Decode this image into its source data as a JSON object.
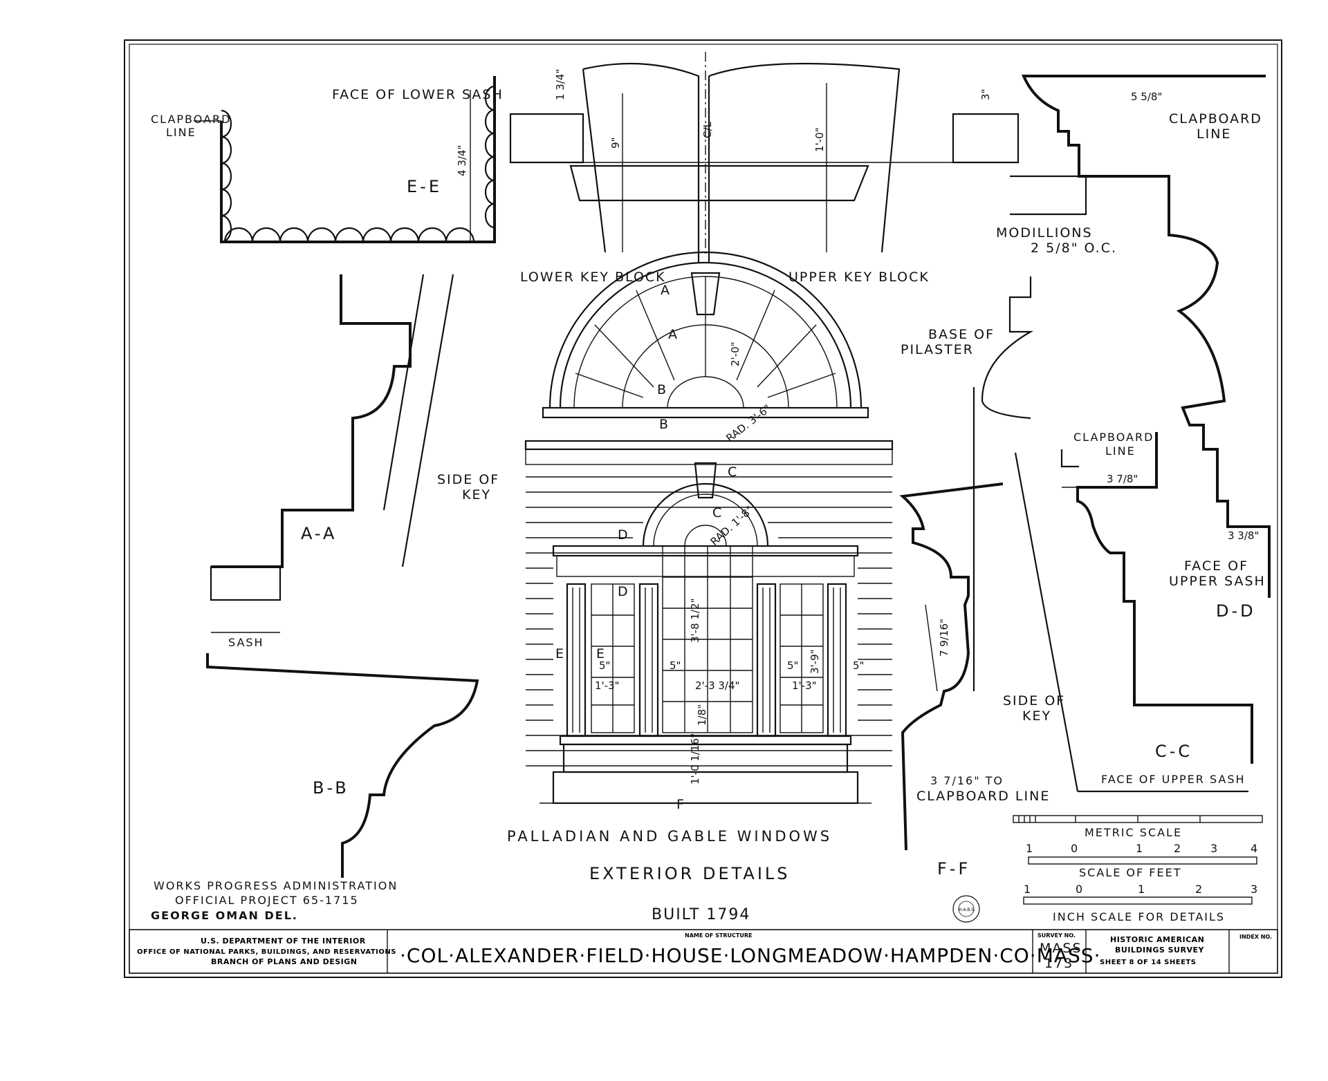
{
  "details": {
    "ee": {
      "section": "E-E",
      "face_label": "FACE OF LOWER SASH",
      "clapboard_1": "CLAPBOARD",
      "clapboard_2": "LINE",
      "dim": "4 3/4\""
    },
    "keyblock": {
      "lower": "LOWER KEY BLOCK",
      "upper": "UPPER KEY BLOCK",
      "dim_a": "1 3/4\"",
      "dim_b": "9\"",
      "dim_c": "1'-0\"",
      "dim_d": "3\"",
      "center": "C/L"
    },
    "aa": {
      "section": "A-A",
      "side_key_1": "SIDE OF",
      "side_key_2": "KEY",
      "sash": "SASH"
    },
    "bb": {
      "section": "B-B"
    },
    "dd": {
      "section": "D-D",
      "dim_top": "5 5/8\"",
      "clapboard_1": "CLAPBOARD",
      "clapboard_2": "LINE",
      "modillions_1": "MODILLIONS",
      "modillions_2": "2 5/8\" O.C.",
      "base_1": "BASE OF",
      "base_2": "PILASTER",
      "face_1": "FACE OF",
      "face_2": "UPPER SASH",
      "dim_face": "3 3/8\""
    },
    "cc": {
      "section": "C-C",
      "clapboard_1": "CLAPBOARD",
      "clapboard_2": "LINE",
      "dim": "3 7/8\"",
      "side_key_1": "SIDE OF",
      "side_key_2": "KEY",
      "face": "FACE OF UPPER SASH"
    },
    "ff": {
      "section": "F-F",
      "dim": "7 9/16\"",
      "clap_1": "3 7/16\" TO",
      "clap_2": "CLAPBOARD LINE"
    },
    "elevation": {
      "rad1": "RAD. 3'-6\"",
      "rad2": "RAD. 1'-8\"",
      "dim_gable": "2'-0\"",
      "dim_center": "3'-8 1/2\"",
      "dim_side": "3'-9\"",
      "dim_low": "1'-0 1/16\"",
      "dim_sill": "1/8\"",
      "w_side": "1'-3\"",
      "w_center": "2'-3 3/4\"",
      "w_pil": "5\"",
      "marks": [
        "A",
        "A",
        "B",
        "B",
        "C",
        "C",
        "D",
        "D",
        "E",
        "E",
        "F"
      ]
    }
  },
  "scales": {
    "metric": "METRIC SCALE",
    "metric_nums": [
      "1",
      "0",
      "1",
      "2",
      "3",
      "4"
    ],
    "feet": "SCALE OF FEET",
    "feet_nums": [
      "1",
      "0",
      "1",
      "2",
      "3"
    ],
    "inch": "INCH SCALE FOR DETAILS"
  },
  "titles": {
    "line1": "PALLADIAN AND GABLE WINDOWS",
    "line2": "EXTERIOR DETAILS",
    "built": "BUILT 1794"
  },
  "credits": {
    "wpa": "WORKS PROGRESS ADMINISTRATION",
    "project": "OFFICIAL PROJECT 65-1715",
    "del": "GEORGE OMAN DEL."
  },
  "title_block": {
    "dept_1": "U.S. DEPARTMENT OF THE INTERIOR",
    "dept_2": "OFFICE OF NATIONAL PARKS, BUILDINGS, AND RESERVATIONS",
    "dept_3": "BRANCH OF PLANS AND DESIGN",
    "name_caption": "NAME OF STRUCTURE",
    "structure": "·COL·ALEXANDER·FIELD·HOUSE·LONGMEADOW·HAMPDEN·CO·MASS·",
    "survey_caption": "SURVEY NO.",
    "survey_1": "MASS",
    "survey_2": "173",
    "habs_1": "HISTORIC AMERICAN",
    "habs_2": "BUILDINGS SURVEY",
    "sheet": "SHEET 8 OF 14 SHEETS",
    "index": "INDEX NO."
  },
  "stamp": "H.A.B.S."
}
